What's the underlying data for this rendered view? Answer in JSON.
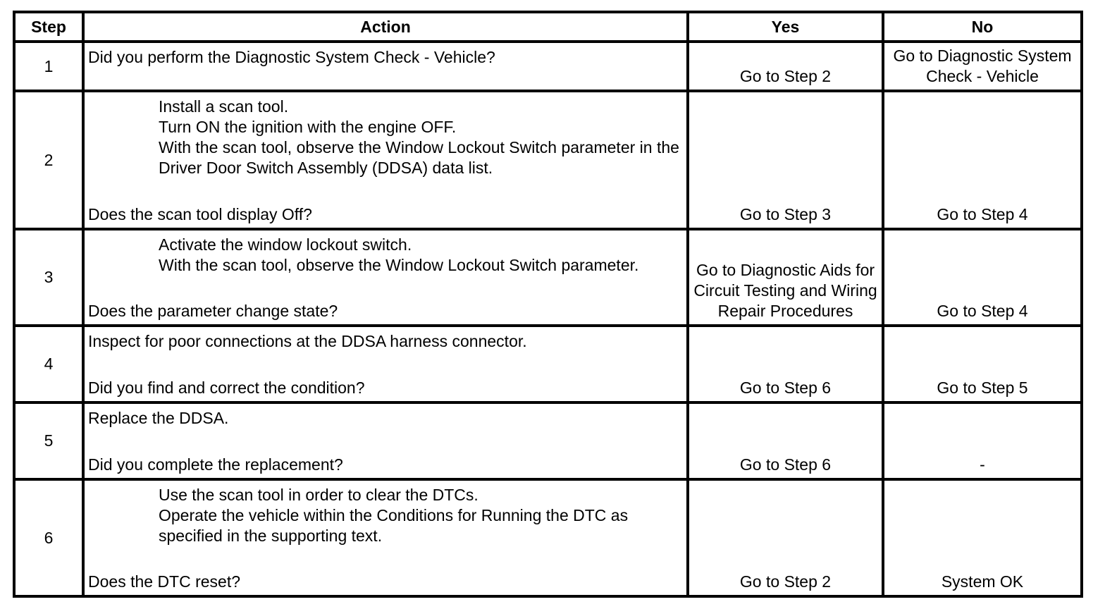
{
  "headers": {
    "step": "Step",
    "action": "Action",
    "yes": "Yes",
    "no": "No"
  },
  "rows": [
    {
      "step": "1",
      "instructions": [],
      "question": "Did you perform the Diagnostic System Check - Vehicle?",
      "yes": "Go to Step 2",
      "no": "Go to Diagnostic System Check - Vehicle"
    },
    {
      "step": "2",
      "instructions": [
        "Install a scan tool.",
        "Turn ON the ignition with the engine OFF.",
        "With the scan tool, observe the Window Lockout Switch parameter in the Driver Door Switch Assembly (DDSA) data list."
      ],
      "question": "Does the scan tool display Off?",
      "yes": "Go to Step 3",
      "no": "Go to Step 4"
    },
    {
      "step": "3",
      "instructions": [
        "Activate the window lockout switch.",
        "With the scan tool, observe the Window Lockout Switch parameter."
      ],
      "question": "Does the parameter change state?",
      "yes": "Go to Diagnostic Aids for Circuit Testing and Wiring Repair Procedures",
      "no": "Go to Step 4"
    },
    {
      "step": "4",
      "instructions": [],
      "question_top": "Inspect for poor connections at the DDSA harness connector.",
      "question": "Did you find and correct the condition?",
      "yes": "Go to Step 6",
      "no": "Go to Step 5"
    },
    {
      "step": "5",
      "instructions": [],
      "question_top": "Replace the DDSA.",
      "question": "Did you complete the replacement?",
      "yes": "Go to Step 6",
      "no": "-"
    },
    {
      "step": "6",
      "instructions": [
        "Use the scan tool in order to clear the DTCs.",
        "Operate the vehicle within the Conditions for Running the DTC as specified in the supporting text."
      ],
      "question": "Does the DTC reset?",
      "yes": "Go to Step 2",
      "no": "System OK"
    }
  ]
}
